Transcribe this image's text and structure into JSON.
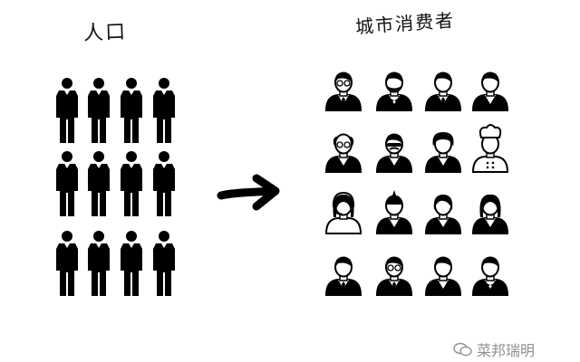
{
  "labels": {
    "population": "人口",
    "urban_consumers": "城市消费者"
  },
  "watermark": {
    "text": "菜邦瑞明",
    "icon": "wechat-icon"
  },
  "colors": {
    "ink": "#000000",
    "watermark": "#8f8f8f"
  },
  "population": {
    "rows": 3,
    "cols": 4
  },
  "consumers": [
    [
      "glasses-tie",
      "beard-vest",
      "tie-hair",
      "suit-hair"
    ],
    [
      "bald-glasses",
      "sunglasses-mustache",
      "curly-hair",
      "chef-hat"
    ],
    [
      "headset-female",
      "mohawk",
      "bob-hair",
      "long-hair-female"
    ],
    [
      "hair-tie",
      "glasses-tie",
      "collar",
      "vest"
    ]
  ]
}
